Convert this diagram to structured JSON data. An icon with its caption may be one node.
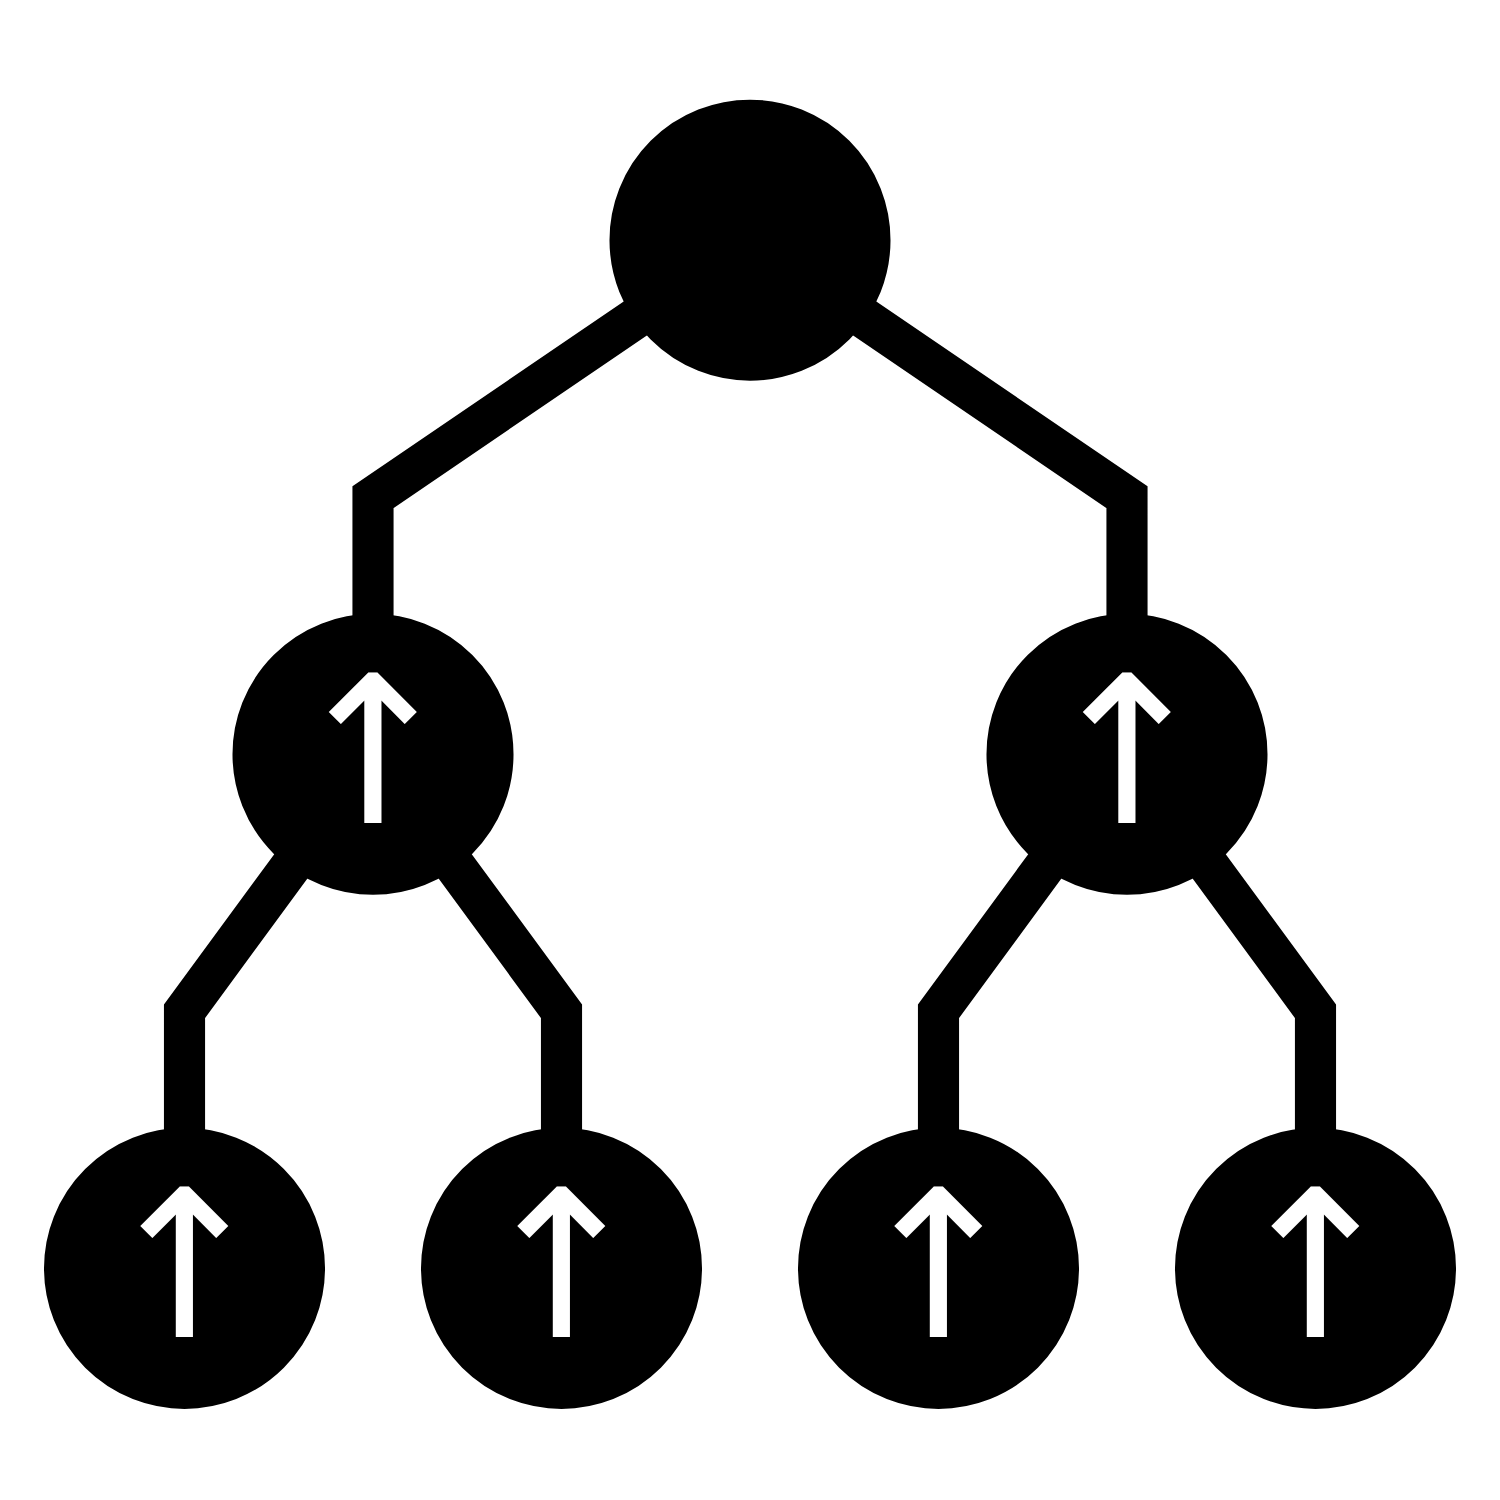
{
  "diagram": {
    "nodes": [
      {
        "text": [],
        "shape": "circle"
      },
      {
        "text": [
          "↑"
        ]
      },
      {
        "text": [
          "↑"
        ]
      },
      {
        "text": [
          "↑"
        ]
      },
      {
        "text": [
          "↑"
        ]
      },
      {
        "text": [
          "↑"
        ]
      },
      {
        "text": [
          "↑"
        ]
      }
    ],
    "edges": [
      {
        "from": 0,
        "to": 1,
        "arrow": "none"
      },
      {
        "from": 0,
        "to": 2,
        "arrow": "none"
      },
      {
        "from": 1,
        "to": 3,
        "arrow": "none"
      },
      {
        "from": 1,
        "to": 4,
        "arrow": "none"
      },
      {
        "from": 2,
        "to": 5,
        "arrow": "none"
      },
      {
        "from": 2,
        "to": 6,
        "arrow": "none"
      }
    ]
  }
}
